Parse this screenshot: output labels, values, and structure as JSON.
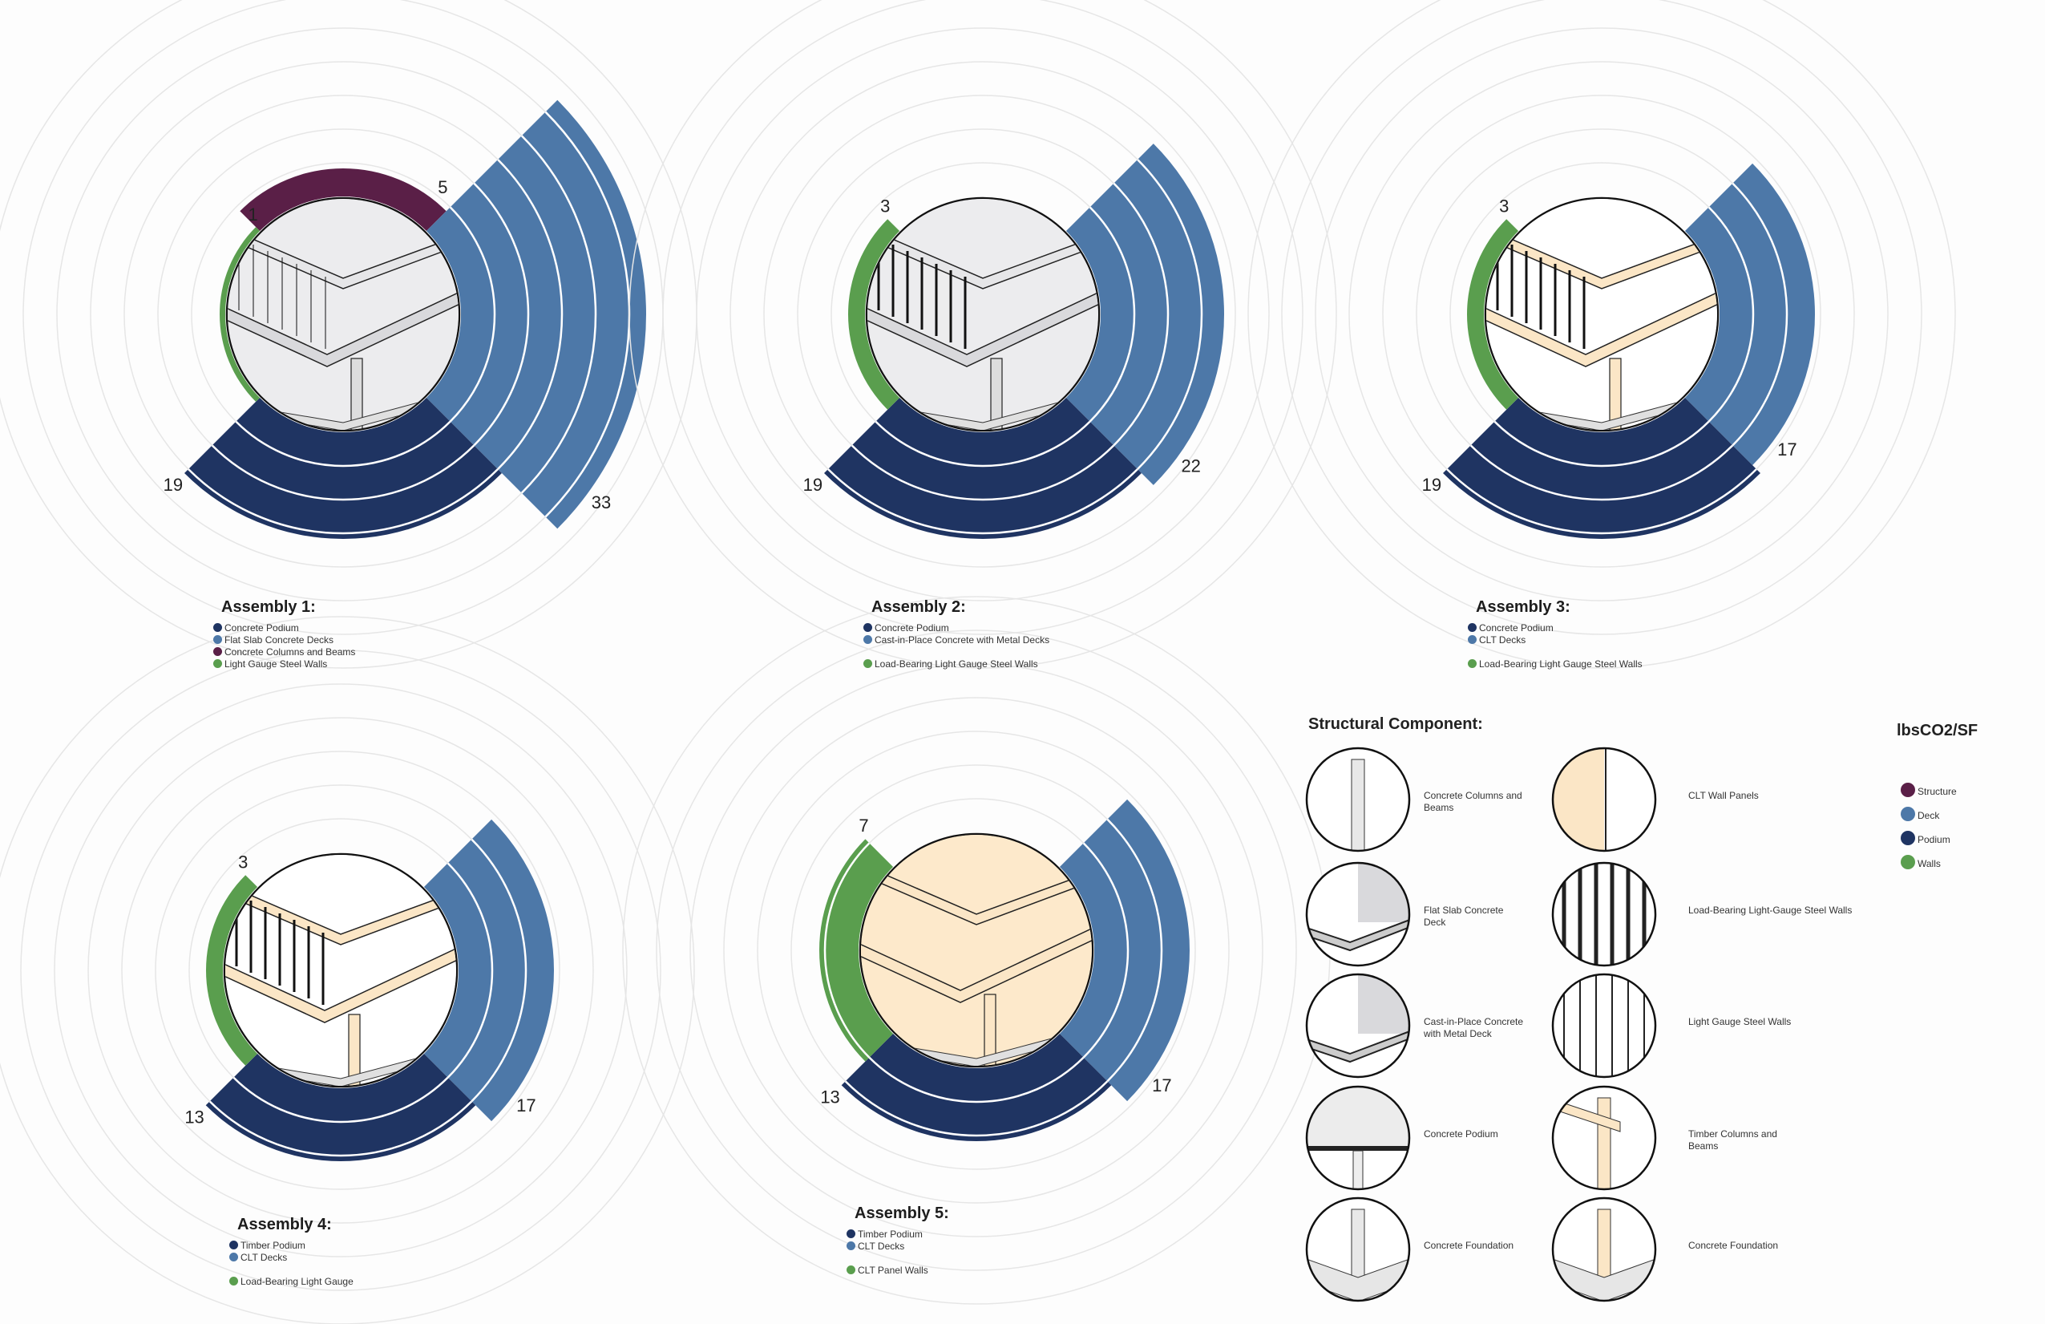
{
  "colors": {
    "podium": "#1f3462",
    "deck": "#4d78a8",
    "structure": "#5a1f47",
    "walls": "#5a9e4e",
    "grid": "#e6e6e6",
    "concrete": "#e6e6e8",
    "timber": "#fbe6c6"
  },
  "chart_data": [
    {
      "type": "radial-bar",
      "title": "Assembly 1:",
      "illustration": "concrete-building-icon",
      "series": [
        {
          "name": "Structure",
          "value": 5
        },
        {
          "name": "Deck",
          "value": 33
        },
        {
          "name": "Podium",
          "value": 19
        },
        {
          "name": "Walls",
          "value": 1
        }
      ],
      "legend": [
        {
          "label": "Concrete Podium",
          "key": "podium"
        },
        {
          "label": "Flat Slab Concrete Decks",
          "key": "deck"
        },
        {
          "label": "Concrete Columns and Beams",
          "key": "structure"
        },
        {
          "label": "Light Gauge Steel Walls",
          "key": "walls"
        }
      ]
    },
    {
      "type": "radial-bar",
      "title": "Assembly 2:",
      "illustration": "steel-wall-building-icon",
      "series": [
        {
          "name": "Deck",
          "value": 22
        },
        {
          "name": "Podium",
          "value": 19
        },
        {
          "name": "Walls",
          "value": 3
        }
      ],
      "legend": [
        {
          "label": "Concrete Podium",
          "key": "podium"
        },
        {
          "label": "Cast-in-Place Concrete with Metal Decks",
          "key": "deck"
        },
        {
          "label": "Load-Bearing Light Gauge Steel Walls",
          "key": "walls"
        }
      ]
    },
    {
      "type": "radial-bar",
      "title": "Assembly 3:",
      "illustration": "clt-deck-building-icon",
      "series": [
        {
          "name": "Deck",
          "value": 17
        },
        {
          "name": "Podium",
          "value": 19
        },
        {
          "name": "Walls",
          "value": 3
        }
      ],
      "legend": [
        {
          "label": "Concrete Podium",
          "key": "podium"
        },
        {
          "label": "CLT Decks",
          "key": "deck"
        },
        {
          "label": "Load-Bearing Light Gauge Steel Walls",
          "key": "walls"
        }
      ]
    },
    {
      "type": "radial-bar",
      "title": "Assembly 4:",
      "illustration": "timber-steel-building-icon",
      "series": [
        {
          "name": "Deck",
          "value": 17
        },
        {
          "name": "Podium",
          "value": 13
        },
        {
          "name": "Walls",
          "value": 3
        }
      ],
      "legend": [
        {
          "label": "Timber Podium",
          "key": "podium"
        },
        {
          "label": "CLT Decks",
          "key": "deck"
        },
        {
          "label": "Load-Bearing Light Gauge",
          "key": "walls"
        }
      ]
    },
    {
      "type": "radial-bar",
      "title": "Assembly 5:",
      "illustration": "mass-timber-building-icon",
      "series": [
        {
          "name": "Deck",
          "value": 17
        },
        {
          "name": "Podium",
          "value": 13
        },
        {
          "name": "Walls",
          "value": 7
        }
      ],
      "legend": [
        {
          "label": "Timber Podium",
          "key": "podium"
        },
        {
          "label": "CLT Decks",
          "key": "deck"
        },
        {
          "label": "CLT Panel Walls",
          "key": "walls"
        }
      ]
    }
  ],
  "components": {
    "title": "Structural Component:",
    "left": [
      {
        "label": "Concrete Columns and Beams",
        "icon": "concrete-column-icon"
      },
      {
        "label": "Flat Slab Concrete Deck",
        "icon": "flat-slab-icon"
      },
      {
        "label": "Cast-in-Place Concrete with Metal Deck",
        "icon": "metal-deck-icon"
      },
      {
        "label": "Concrete Podium",
        "icon": "concrete-podium-icon"
      },
      {
        "label": "Concrete Foundation",
        "icon": "concrete-foundation-icon"
      }
    ],
    "right": [
      {
        "label": "CLT Wall Panels",
        "icon": "clt-wall-icon"
      },
      {
        "label": "Load-Bearing Light-Gauge Steel Walls",
        "icon": "lb-steel-wall-icon"
      },
      {
        "label": "Light Gauge Steel Walls",
        "icon": "steel-wall-icon"
      },
      {
        "label": "Timber Columns and Beams",
        "icon": "timber-column-icon"
      },
      {
        "label": "Concrete Foundation",
        "icon": "timber-foundation-icon"
      }
    ]
  },
  "units": {
    "title": "lbsCO2/SF",
    "categories": [
      {
        "label": "Structure",
        "key": "structure"
      },
      {
        "label": "Deck",
        "key": "deck"
      },
      {
        "label": "Podium",
        "key": "podium"
      },
      {
        "label": "Walls",
        "key": "walls"
      }
    ]
  }
}
